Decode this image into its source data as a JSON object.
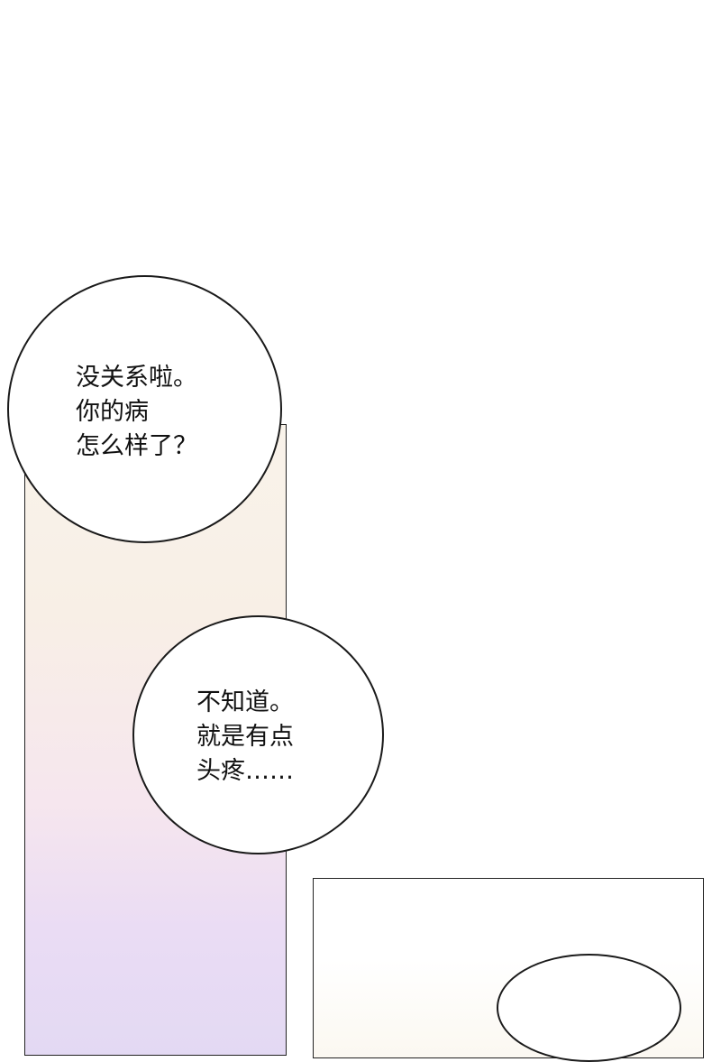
{
  "bubbles": [
    {
      "lines": [
        "没关系啦。",
        "你的病",
        "怎么样了？"
      ]
    },
    {
      "lines": [
        "不知道。",
        "就是有点",
        "头疼……"
      ]
    }
  ],
  "colors": {
    "panel_top": "#f9f3ea",
    "panel_mid": "#f6e6ee",
    "panel_bottom": "#e3d9f3",
    "outline": "#1a1a1a"
  }
}
